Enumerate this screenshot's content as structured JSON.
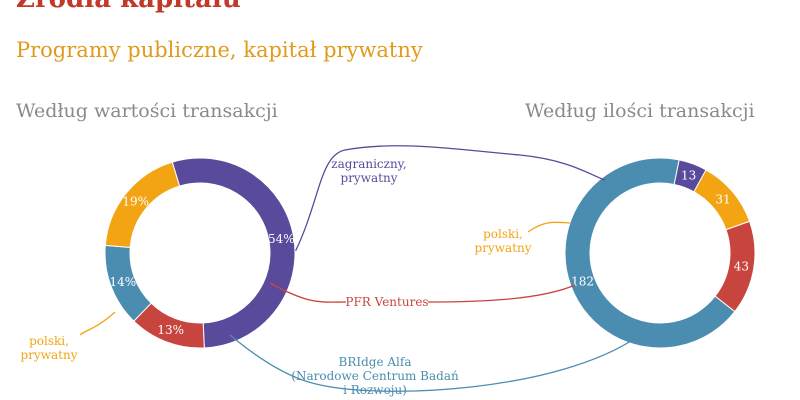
{
  "page": {
    "title": "Źródła kapitału",
    "subtitle": "Programy publiczne, kapitał prywatny"
  },
  "colors": {
    "zagraniczny_prywatny": "#5a4a9b",
    "pfr_ventures": "#c8453f",
    "bridge_alfa": "#4b8db0",
    "polski_prywatny": "#f2a413",
    "title_red": "#c0392b",
    "subtitle_orange": "#e09a1c",
    "heading_gray": "#8a8a8a"
  },
  "categories": [
    {
      "key": "zagraniczny_prywatny",
      "label_lines": [
        "zagraniczny,",
        "prywatny"
      ]
    },
    {
      "key": "pfr_ventures",
      "label_lines": [
        "PFR Ventures"
      ]
    },
    {
      "key": "bridge_alfa",
      "label_lines": [
        "BRIdge Alfa",
        "(Narodowe Centrum Badań",
        "i Rozwoju)"
      ]
    },
    {
      "key": "polski_prywatny",
      "label_lines": [
        "polski,",
        "prywatny"
      ]
    }
  ],
  "chart_data": [
    {
      "type": "pie",
      "title": "Według wartości transakcji",
      "unit": "%",
      "slices": [
        {
          "key": "zagraniczny_prywatny",
          "value": 54,
          "label": "54%"
        },
        {
          "key": "pfr_ventures",
          "value": 13,
          "label": "13%"
        },
        {
          "key": "bridge_alfa",
          "value": 14,
          "label": "14%"
        },
        {
          "key": "polski_prywatny",
          "value": 19,
          "label": "19%"
        }
      ]
    },
    {
      "type": "pie",
      "title": "Według ilości transakcji",
      "slices": [
        {
          "key": "zagraniczny_prywatny",
          "value": 13,
          "label": "13"
        },
        {
          "key": "bridge_alfa",
          "value": 182,
          "label": "182"
        },
        {
          "key": "pfr_ventures",
          "value": 43,
          "label": "43"
        },
        {
          "key": "polski_prywatny",
          "value": 31,
          "label": "31"
        }
      ]
    }
  ]
}
